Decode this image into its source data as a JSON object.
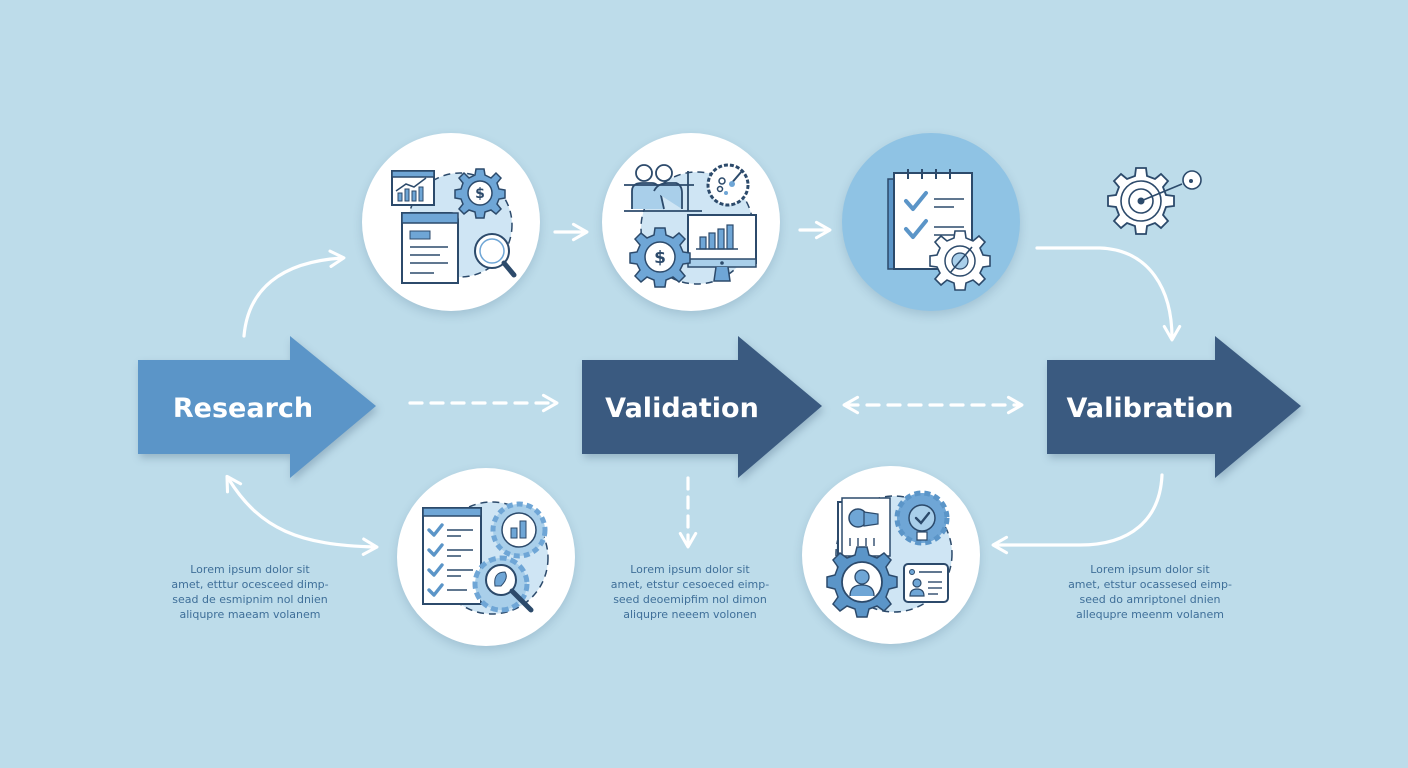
{
  "diagram": {
    "title": "Process flow infographic",
    "colors": {
      "background": "#bddcea",
      "step_light": "#5b95c8",
      "step_dark": "#3a5a80",
      "connector": "#ffffff",
      "icon_stroke": "#2c4a6b",
      "icon_fill": "#6fa6d6",
      "icon_fill_light": "#a9cfea",
      "circle_accent": "#8fc3e4",
      "description_text": "#3f6f99"
    },
    "steps": [
      {
        "id": "research",
        "label": "Research",
        "style": "light"
      },
      {
        "id": "validation",
        "label": "Validation",
        "style": "dark"
      },
      {
        "id": "valibration",
        "label": "Valibration",
        "style": "dark"
      }
    ],
    "icons": [
      {
        "position": "top-1",
        "name": "analytics-document-search-icon",
        "parts": [
          "line-chart-window",
          "dollar-gear",
          "document",
          "magnifier"
        ]
      },
      {
        "position": "top-2",
        "name": "team-finance-dashboard-icon",
        "parts": [
          "team-meeting",
          "research-gear",
          "dollar-gear",
          "bar-chart-monitor"
        ]
      },
      {
        "position": "top-3",
        "name": "checklist-gear-icon",
        "parts": [
          "notepad-checklist",
          "gear"
        ],
        "highlighted": true
      },
      {
        "position": "top-right",
        "name": "gear-target-icon",
        "parts": [
          "gear",
          "target"
        ]
      },
      {
        "position": "bottom-1",
        "name": "checklist-analysis-icon",
        "parts": [
          "checklist",
          "bar-chart-gear",
          "magnifier"
        ]
      },
      {
        "position": "bottom-2",
        "name": "user-settings-profile-icon",
        "parts": [
          "report-document",
          "idea-bulb-gear",
          "user-gear",
          "profile-card"
        ]
      }
    ],
    "descriptions": [
      {
        "position": "left",
        "lines": [
          "Lorem ipsum dolor sit",
          "amet, etttur ocesceed dimp-",
          "sead de esmipnim nol dnien",
          "aliqupre maeam volanem"
        ]
      },
      {
        "position": "center",
        "lines": [
          "Lorem ipsum dolor sit",
          "amet, etstur cesoeced eimp-",
          "seed deoemipfim nol dimon",
          "aliqupre neeem volonen"
        ]
      },
      {
        "position": "right",
        "lines": [
          "Lorem ipsum dolor sit",
          "amet, etstur ocassesed eimp-",
          "seed do amriptonel dnien",
          "allequpre meenm volanem"
        ]
      }
    ],
    "connectors": [
      {
        "from": "research",
        "to": "top-1",
        "type": "curved-arrow"
      },
      {
        "from": "top-1",
        "to": "top-2",
        "type": "arrow"
      },
      {
        "from": "top-2",
        "to": "top-3",
        "type": "arrow"
      },
      {
        "from": "top-3",
        "to": "valibration",
        "type": "curved-arrow"
      },
      {
        "from": "research",
        "to": "validation",
        "type": "dashed-arrow"
      },
      {
        "from": "validation",
        "to": "valibration",
        "type": "dashed-double-arrow"
      },
      {
        "from": "validation",
        "to": "center-description",
        "type": "dashed-down-arrow"
      },
      {
        "from": "research",
        "to": "bottom-1",
        "type": "curved-double-arrow"
      },
      {
        "from": "valibration",
        "to": "bottom-2",
        "type": "curved-arrow"
      }
    ]
  }
}
